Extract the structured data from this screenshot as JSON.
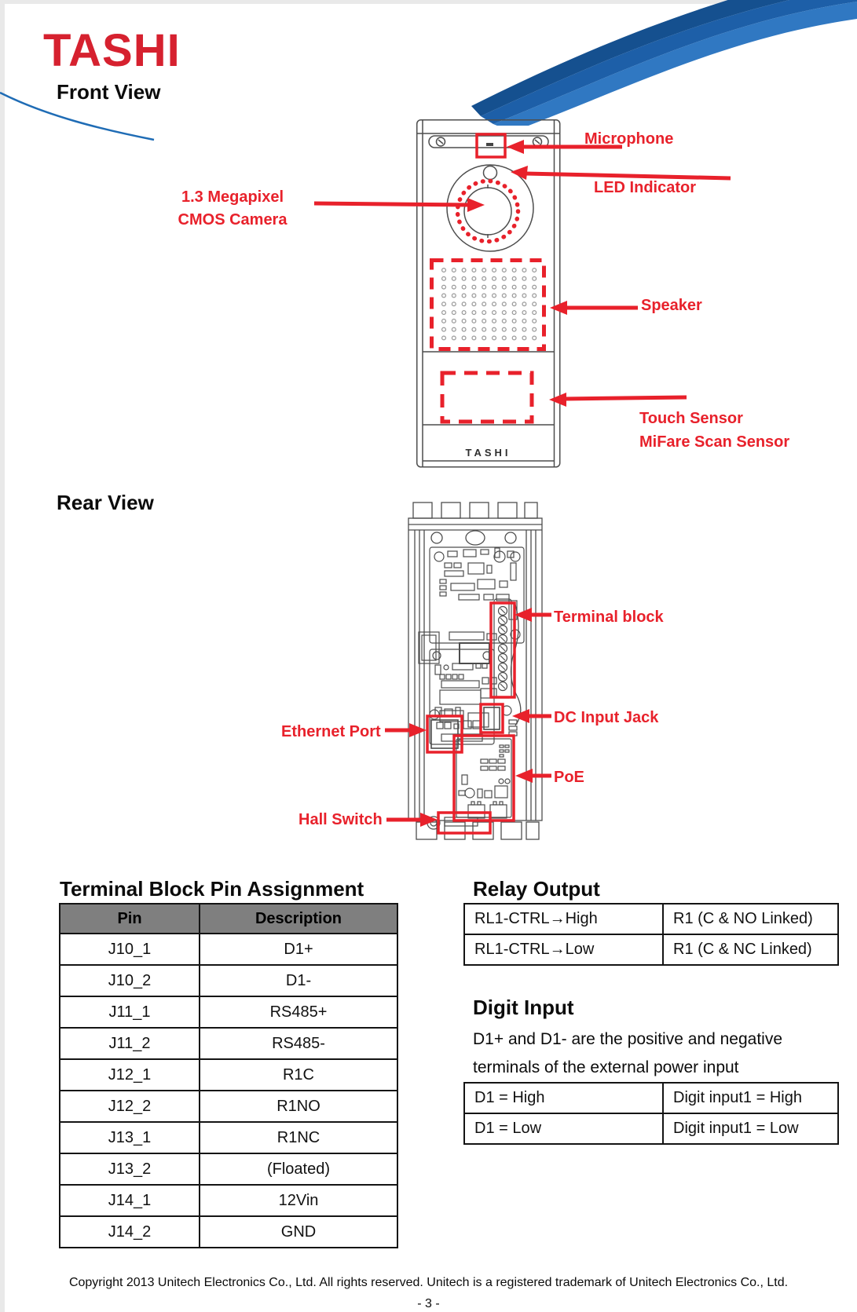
{
  "header": {
    "logo_text": "TASHI"
  },
  "sections": {
    "front_title": "Front View",
    "rear_title": "Rear View"
  },
  "front_view": {
    "device_brand": "TASHI",
    "labels": {
      "microphone": "Microphone",
      "led_indicator": "LED Indicator",
      "camera_line1": "1.3 Megapixel",
      "camera_line2": "CMOS Camera",
      "speaker": "Speaker",
      "touch_line1": "Touch Sensor",
      "touch_line2": "MiFare Scan Sensor"
    }
  },
  "rear_view": {
    "labels": {
      "terminal_block": "Terminal block",
      "dc_input_jack": "DC Input Jack",
      "ethernet_port": "Ethernet Port",
      "poe": "PoE",
      "hall_switch": "Hall Switch"
    }
  },
  "pin_table": {
    "title": "Terminal Block Pin Assignment",
    "headers": [
      "Pin",
      "Description"
    ],
    "rows": [
      [
        "J10_1",
        "D1+"
      ],
      [
        "J10_2",
        "D1-"
      ],
      [
        "J11_1",
        "RS485+"
      ],
      [
        "J11_2",
        "RS485-"
      ],
      [
        "J12_1",
        "R1C"
      ],
      [
        "J12_2",
        "R1NO"
      ],
      [
        "J13_1",
        "R1NC"
      ],
      [
        "J13_2",
        "(Floated)"
      ],
      [
        "J14_1",
        "12Vin"
      ],
      [
        "J14_2",
        "GND"
      ]
    ]
  },
  "relay_output": {
    "title": "Relay Output",
    "rows": [
      [
        "RL1-CTRL→High",
        "R1 (C & NO Linked)"
      ],
      [
        "RL1-CTRL→Low",
        "R1 (C & NC Linked)"
      ]
    ]
  },
  "digit_input": {
    "title": "Digit Input",
    "description": "D1+ and D1- are the positive and negative terminals of the external power input",
    "rows": [
      [
        "D1 = High",
        "Digit input1 = High"
      ],
      [
        "D1 = Low",
        "Digit input1 = Low"
      ]
    ]
  },
  "footer": {
    "copyright": "Copyright 2013 Unitech Electronics Co., Ltd. All rights reserved. Unitech is a registered trademark of Unitech Electronics Co., Ltd.",
    "page_number": "- 3 -"
  },
  "colors": {
    "accent_red": "#e8212b",
    "logo_red": "#d6212f",
    "swoosh_blue": "#1d5fa8",
    "table_header_gray": "#7f7f7f"
  }
}
